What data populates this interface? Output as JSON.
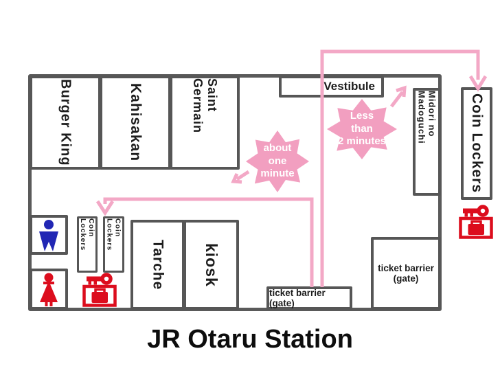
{
  "title": "JR Otaru Station",
  "colors": {
    "wall_gray": "#5a5a5a",
    "route_pink": "#f3a8c6",
    "blob_pink": "#f29fc0",
    "icon_red": "#dc0d1d",
    "icon_blue": "#2127b4"
  },
  "station": {
    "shops": [
      {
        "label": "Burger King"
      },
      {
        "label": "Kahisakan"
      },
      {
        "label": "Saint Germain"
      }
    ],
    "vestibule_label": "Vestibule",
    "midori_label": "Midori no Madoguchi",
    "tarche_label": "Tarche",
    "kiosk_label": "kiosk",
    "ticket_barrier_right_label": "ticket barrier\n(gate)",
    "ticket_barrier_bottom_label": "ticket barrier (gate)",
    "coin_lockers_left_1_label": "Coin Lockers",
    "coin_lockers_left_2_label": "Coin Lockers"
  },
  "outside": {
    "coin_lockers_label": "Coin Lockers"
  },
  "annotations": {
    "less_than_2_minutes": "Less\nthan\n2 minutes",
    "about_one_minute": "about\none\nminute"
  },
  "icons": {
    "restroom_men": "man-pictogram-icon",
    "restroom_women": "woman-pictogram-icon",
    "coin_locker_left": "key-and-suitcase-icon",
    "coin_locker_right": "key-and-suitcase-icon",
    "route_arrows": "pink-arrow-icons"
  }
}
